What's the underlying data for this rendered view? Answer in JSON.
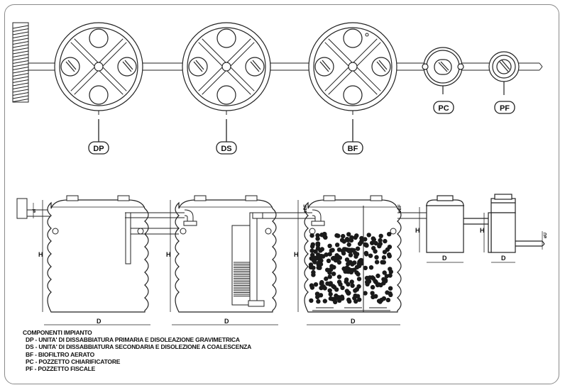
{
  "top_view": {
    "labels": {
      "dp": "DP",
      "ds": "DS",
      "bf": "BF",
      "pc": "PC",
      "pf": "PF"
    }
  },
  "section_view": {
    "height_label": "H",
    "diameter_label": "D",
    "inlet_label": "øI",
    "outlet_label": "øU",
    "vent_label": "øBF"
  },
  "legend": {
    "title": "COMPONENTI IMPIANTO",
    "items": [
      "DP - UNITA' DI DISSABBIATURA PRIMARIA E DISOLEAZIONE GRAVIMETRICA",
      "DS - UNITA' DI DISSABBIATURA SECONDARIA E DISOLEZIONE A COALESCENZA",
      "BF - BIOFILTRO AERATO",
      "PC - POZZETTO CHIARIFICATORE",
      "PF - POZZETTO FISCALE"
    ]
  }
}
